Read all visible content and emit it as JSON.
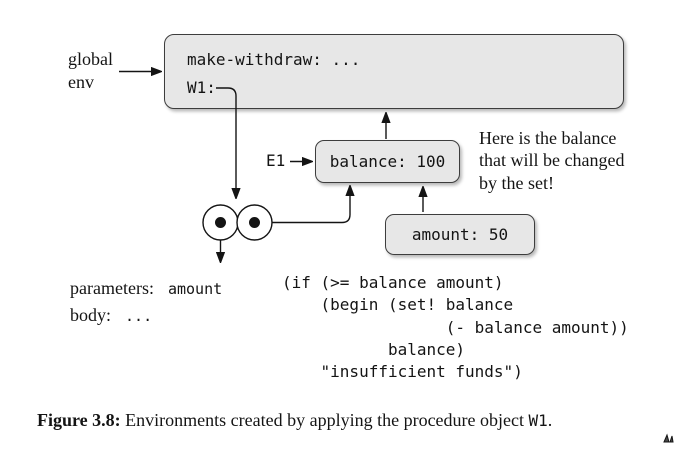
{
  "colors": {
    "frame_fill": "#e7e7e7",
    "frame_border": "#3d3d3d",
    "ink": "#141414"
  },
  "global_env_label": {
    "line1": "global",
    "line2": "env"
  },
  "global_env_frame": {
    "binding_make_withdraw": "make-withdraw: ...",
    "binding_w1": "W1:"
  },
  "e1": {
    "label": "E1"
  },
  "balance_frame": {
    "text": "balance: 100"
  },
  "amount_frame": {
    "text": "amount: 50"
  },
  "procedure_object": {
    "parameters_label": "parameters:",
    "parameters_value": "amount",
    "body_label": "body:",
    "body_value": "..."
  },
  "annotation": {
    "lines": [
      "Here is the balance",
      "that will be changed",
      "by the set!"
    ]
  },
  "code": {
    "lines": [
      "(if (>= balance amount)",
      "    (begin (set! balance",
      "                 (- balance amount))",
      "           balance)",
      "    \"insufficient funds\")"
    ]
  },
  "caption": {
    "label": "Figure 3.8:",
    "text": "Environments created by applying the procedure object",
    "code_ref": "W1",
    "suffix": "."
  }
}
